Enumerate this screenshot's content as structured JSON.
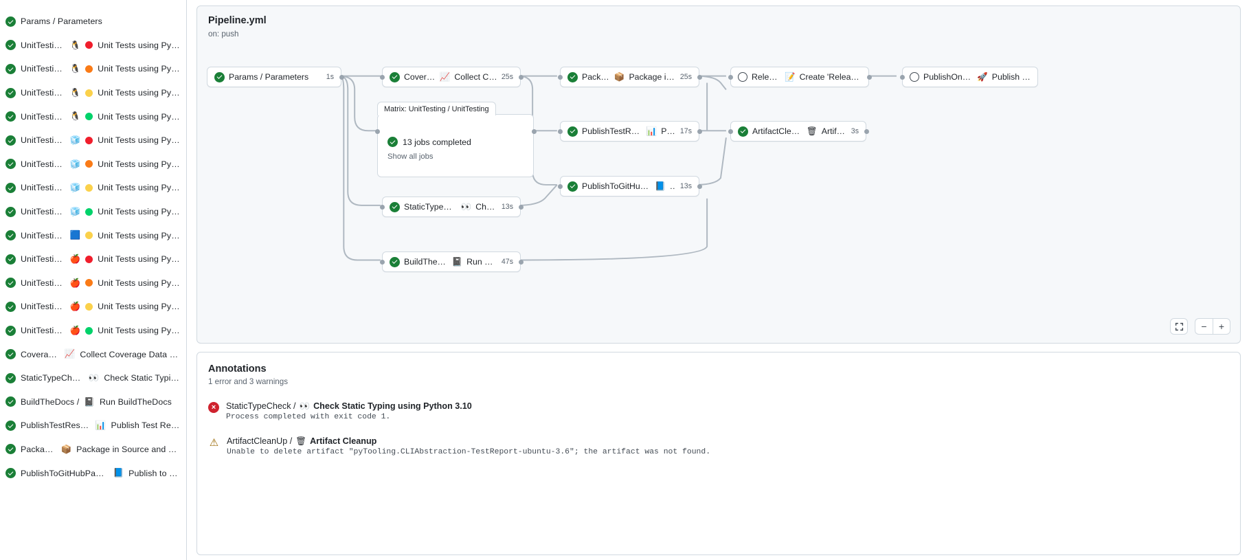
{
  "sidebar": {
    "items": [
      {
        "status": "success",
        "prefix": "Params / Parameters",
        "os_icon": "",
        "dot": "",
        "label": ""
      },
      {
        "status": "success",
        "prefix": "UnitTesting / ",
        "os_icon": "🐧",
        "dot": "#f01e2c",
        "label": "Unit Tests using Pyth…"
      },
      {
        "status": "success",
        "prefix": "UnitTesting / ",
        "os_icon": "🐧",
        "dot": "#fa7b17",
        "label": "Unit Tests using Pyth…"
      },
      {
        "status": "success",
        "prefix": "UnitTesting / ",
        "os_icon": "🐧",
        "dot": "#fbd14b",
        "label": "Unit Tests using Pyth…"
      },
      {
        "status": "success",
        "prefix": "UnitTesting / ",
        "os_icon": "🐧",
        "dot": "#00d26a",
        "label": "Unit Tests using Pyth…"
      },
      {
        "status": "success",
        "prefix": "UnitTesting / ",
        "os_icon": "🧊",
        "dot": "#f01e2c",
        "label": "Unit Tests using Pyth…"
      },
      {
        "status": "success",
        "prefix": "UnitTesting / ",
        "os_icon": "🧊",
        "dot": "#fa7b17",
        "label": "Unit Tests using Pyth…"
      },
      {
        "status": "success",
        "prefix": "UnitTesting / ",
        "os_icon": "🧊",
        "dot": "#fbd14b",
        "label": "Unit Tests using Pyth…"
      },
      {
        "status": "success",
        "prefix": "UnitTesting / ",
        "os_icon": "🧊",
        "dot": "#00d26a",
        "label": "Unit Tests using Pyth…"
      },
      {
        "status": "success",
        "prefix": "UnitTesting / ",
        "os_icon": "🟦",
        "dot": "#fbd14b",
        "label": "Unit Tests using Pyth…"
      },
      {
        "status": "success",
        "prefix": "UnitTesting / ",
        "os_icon": "🍎",
        "dot": "#f01e2c",
        "label": "Unit Tests using Pyth…"
      },
      {
        "status": "success",
        "prefix": "UnitTesting / ",
        "os_icon": "🍎",
        "dot": "#fa7b17",
        "label": "Unit Tests using Pyth…"
      },
      {
        "status": "success",
        "prefix": "UnitTesting / ",
        "os_icon": "🍎",
        "dot": "#fbd14b",
        "label": "Unit Tests using Pyth…"
      },
      {
        "status": "success",
        "prefix": "UnitTesting / ",
        "os_icon": "🍎",
        "dot": "#00d26a",
        "label": "Unit Tests using Pyth…"
      },
      {
        "status": "success",
        "prefix": "Coverage / ",
        "os_icon": "📈",
        "dot": "",
        "label": "Collect Coverage Data usi…"
      },
      {
        "status": "success",
        "prefix": "StaticTypeCheck / ",
        "os_icon": "👀",
        "dot": "",
        "label": "Check Static Typing…"
      },
      {
        "status": "success",
        "prefix": "BuildTheDocs / ",
        "os_icon": "📓",
        "dot": "",
        "label": "Run BuildTheDocs"
      },
      {
        "status": "success",
        "prefix": "PublishTestResults / ",
        "os_icon": "📊",
        "dot": "",
        "label": "Publish Test Resu…"
      },
      {
        "status": "success",
        "prefix": "Package / ",
        "os_icon": "📦",
        "dot": "",
        "label": "Package in Source and Wh…"
      },
      {
        "status": "success",
        "prefix": "PublishToGitHubPages / ",
        "os_icon": "📘",
        "dot": "",
        "label": "Publish to G…"
      }
    ]
  },
  "graph": {
    "title": "Pipeline.yml",
    "subtitle": "on: push",
    "matrix_group_label": "Matrix: UnitTesting / UnitTesting",
    "matrix_jobs_label": "13 jobs completed",
    "matrix_show_all": "Show all jobs",
    "nodes": [
      {
        "id": "params",
        "status": "success",
        "label": "Params / Parameters",
        "icon": "",
        "time": "1s"
      },
      {
        "id": "coverage",
        "status": "success",
        "label": "Coverage / ",
        "icon": "📈",
        "label2": "Collect Cove…",
        "time": "25s"
      },
      {
        "id": "package",
        "status": "success",
        "label": "Package / ",
        "icon": "📦",
        "label2": "Package in So…",
        "time": "25s"
      },
      {
        "id": "release",
        "status": "pending",
        "label": "Release / ",
        "icon": "📝",
        "label2": "Create 'Release P…",
        "time": ""
      },
      {
        "id": "pypi",
        "status": "pending",
        "label": "PublishOnPyPI / ",
        "icon": "🚀",
        "label2": "Publish to …",
        "time": ""
      },
      {
        "id": "testresults",
        "status": "success",
        "label": "PublishTestResults / ",
        "icon": "📊",
        "label2": "Pu…",
        "time": "17s"
      },
      {
        "id": "cleanup",
        "status": "success",
        "label": "ArtifactCleanUp / ",
        "icon": "🗑",
        "label2": "Artifac…",
        "time": "3s"
      },
      {
        "id": "ghpages",
        "status": "success",
        "label": "PublishToGitHubPages / ",
        "icon": "📘",
        "label2": "…",
        "time": "13s"
      },
      {
        "id": "typecheck",
        "status": "success",
        "label": "StaticTypeCheck / ",
        "icon": "👀",
        "label2": "Chec…",
        "time": "13s"
      },
      {
        "id": "docs",
        "status": "success",
        "label": "BuildTheDocs / ",
        "icon": "📓",
        "label2": "Run Buil…",
        "time": "47s"
      }
    ],
    "controls": {
      "fullscreen": "fullscreen-icon",
      "zoom_out": "−",
      "zoom_in": "+"
    }
  },
  "annotations": {
    "title": "Annotations",
    "summary": "1 error and 3 warnings",
    "items": [
      {
        "severity": "error",
        "job": "StaticTypeCheck / ",
        "icon": "👀",
        "step": "Check Static Typing using Python 3.10",
        "message": "Process completed with exit code 1."
      },
      {
        "severity": "warning",
        "job": "ArtifactCleanUp / ",
        "icon": "🗑",
        "step": "Artifact Cleanup",
        "message": "Unable to delete artifact \"pyTooling.CLIAbstraction-TestReport-ubuntu-3.6\"; the artifact was not found."
      }
    ]
  }
}
